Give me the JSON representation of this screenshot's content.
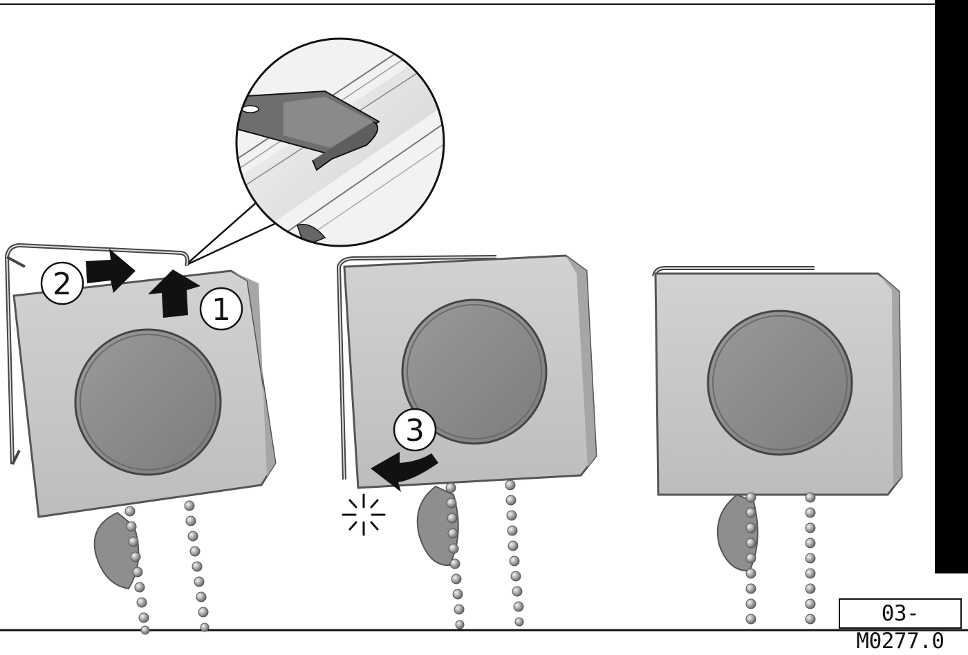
{
  "figure": {
    "id_label": "03-M0277.0",
    "steps": [
      {
        "number": "1",
        "meaning": "push cassette up"
      },
      {
        "number": "2",
        "meaning": "slide cassette right"
      },
      {
        "number": "3",
        "meaning": "swing cassette until it clicks"
      }
    ]
  },
  "colors": {
    "line": "#111111",
    "cassette_face": "#c8c8c8",
    "cassette_knob": "#8a8a8a",
    "rail": "#e6e6e6",
    "tab": "#6e6e6e"
  },
  "icons": [
    "arrow-right-icon",
    "arrow-up-icon",
    "curved-arrow-left-icon",
    "click-sparkle-icon",
    "bead-chain-icon"
  ]
}
